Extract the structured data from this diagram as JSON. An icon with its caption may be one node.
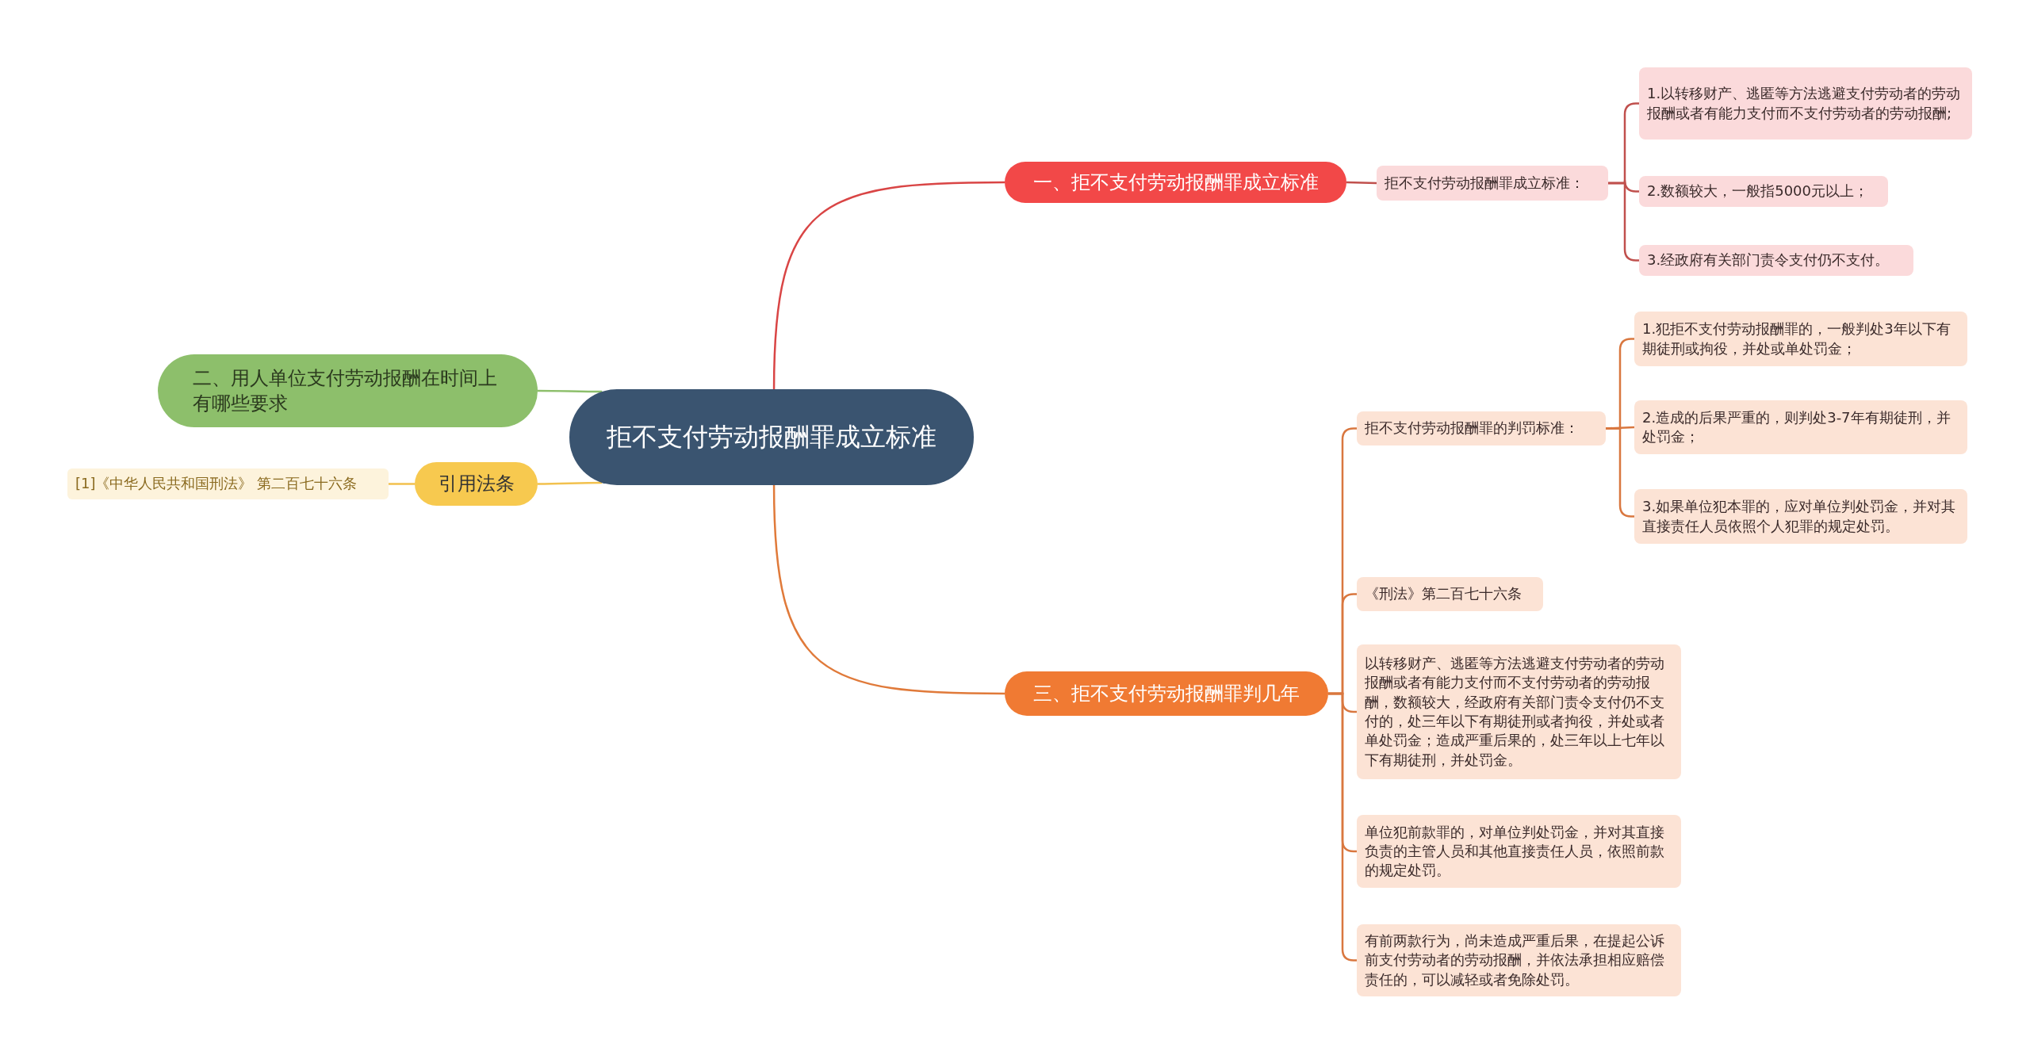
{
  "diagram": {
    "nodes": [
      {
        "text": [
          "拒不支付劳动报酬罪成立标准"
        ]
      },
      {
        "text": [
          "一、拒不支付劳动报酬罪成立标准"
        ]
      },
      {
        "text": [
          "拒不支付劳动报酬罪成立标准："
        ]
      },
      {
        "text": [
          "1.以转移财产、逃匿等方法逃避支付劳动者的劳动报酬或者有能力支付而不支付劳动者的劳动报酬;"
        ]
      },
      {
        "text": [
          "2.数额较大，一般指5000元以上；"
        ]
      },
      {
        "text": [
          "3.经政府有关部门责令支付仍不支付。"
        ]
      },
      {
        "text": [
          "二、用人单位支付劳动报酬在时间上有哪些要求"
        ]
      },
      {
        "text": [
          "引用法条"
        ]
      },
      {
        "text": [
          "[1]《中华人民共和国刑法》 第二百七十六条"
        ]
      },
      {
        "text": [
          "三、拒不支付劳动报酬罪判几年"
        ]
      },
      {
        "text": [
          "拒不支付劳动报酬罪的判罚标准："
        ]
      },
      {
        "text": [
          "1.犯拒不支付劳动报酬罪的，一般判处3年以下有期徒刑或拘役，并处或单处罚金；"
        ]
      },
      {
        "text": [
          "2.造成的后果严重的，则判处3-7年有期徒刑，并处罚金；"
        ]
      },
      {
        "text": [
          "3.如果单位犯本罪的，应对单位判处罚金，并对其直接责任人员依照个人犯罪的规定处罚。"
        ]
      },
      {
        "text": [
          "《刑法》第二百七十六条"
        ]
      },
      {
        "text": [
          "以转移财产、逃匿等方法逃避支付劳动者的劳动报酬或者有能力支付而不支付劳动者的劳动报酬，数额较大，经政府有关部门责令支付仍不支付的，处三年以下有期徒刑或者拘役，并处或者单处罚金；造成严重后果的，处三年以上七年以下有期徒刑，并处罚金。"
        ]
      },
      {
        "text": [
          "单位犯前款罪的，对单位判处罚金，并对其直接负责的主管人员和其他直接责任人员，依照前款的规定处罚。"
        ]
      },
      {
        "text": [
          "有前两款行为，尚未造成严重后果，在提起公诉前支付劳动者的劳动报酬，并依法承担相应赔偿责任的，可以减轻或者免除处罚。"
        ]
      }
    ],
    "edges": [
      {
        "from": 0,
        "to": 1,
        "arrow": "none",
        "color": "#d94545"
      },
      {
        "from": 1,
        "to": 2,
        "arrow": "none",
        "color": "#c0504d"
      },
      {
        "from": 2,
        "to": 3,
        "arrow": "none",
        "color": "#c0504d"
      },
      {
        "from": 2,
        "to": 4,
        "arrow": "none",
        "color": "#c0504d"
      },
      {
        "from": 2,
        "to": 5,
        "arrow": "none",
        "color": "#c0504d"
      },
      {
        "from": 0,
        "to": 6,
        "arrow": "none",
        "color": "#8dbf6b"
      },
      {
        "from": 0,
        "to": 7,
        "arrow": "none",
        "color": "#f2c14e"
      },
      {
        "from": 7,
        "to": 8,
        "arrow": "none",
        "color": "#f2c14e"
      },
      {
        "from": 0,
        "to": 9,
        "arrow": "none",
        "color": "#e07a3a"
      },
      {
        "from": 9,
        "to": 10,
        "arrow": "none",
        "color": "#d9773f"
      },
      {
        "from": 10,
        "to": 11,
        "arrow": "none",
        "color": "#d9773f"
      },
      {
        "from": 10,
        "to": 12,
        "arrow": "none",
        "color": "#d9773f"
      },
      {
        "from": 10,
        "to": 13,
        "arrow": "none",
        "color": "#d9773f"
      },
      {
        "from": 9,
        "to": 14,
        "arrow": "none",
        "color": "#d9773f"
      },
      {
        "from": 9,
        "to": 15,
        "arrow": "none",
        "color": "#d9773f"
      },
      {
        "from": 9,
        "to": 16,
        "arrow": "none",
        "color": "#d9773f"
      },
      {
        "from": 9,
        "to": 17,
        "arrow": "none",
        "color": "#d9773f"
      }
    ]
  }
}
